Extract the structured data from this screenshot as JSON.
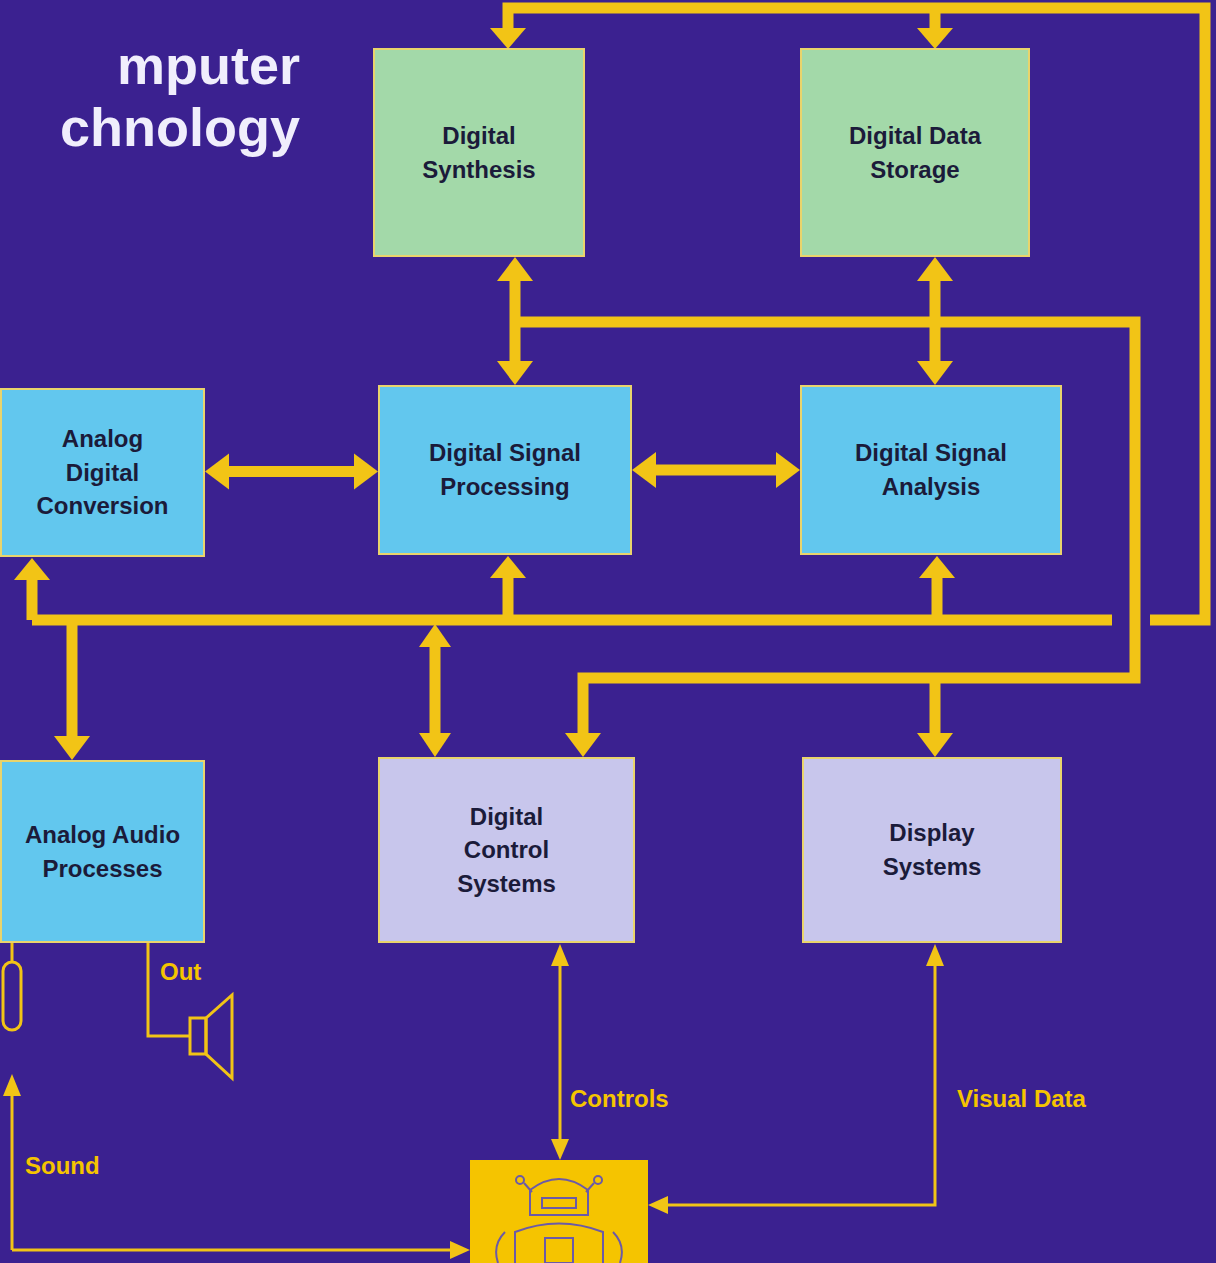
{
  "diagram": {
    "title": "mputer chnology",
    "nodes": [
      {
        "text": [
          "Digital Synthesis"
        ]
      },
      {
        "text": [
          "Digital Data Storage"
        ]
      },
      {
        "text": [
          "Analog Digital Conversion"
        ]
      },
      {
        "text": [
          "Digital Signal Processing"
        ]
      },
      {
        "text": [
          "Digital Signal Analysis"
        ]
      },
      {
        "text": [
          "Analog Audio Processes"
        ]
      },
      {
        "text": [
          "Digital Control Systems"
        ]
      },
      {
        "text": [
          "Display Systems"
        ]
      }
    ],
    "edges": [
      {
        "from": 2,
        "to": 3,
        "arrow": "both"
      },
      {
        "from": 3,
        "to": 4,
        "arrow": "both"
      },
      {
        "from": 0,
        "to": 3,
        "arrow": "both"
      },
      {
        "from": 1,
        "to": 4,
        "arrow": "both"
      }
    ],
    "labels": [
      "Out",
      "Sound",
      "Controls",
      "Visual Data"
    ]
  }
}
